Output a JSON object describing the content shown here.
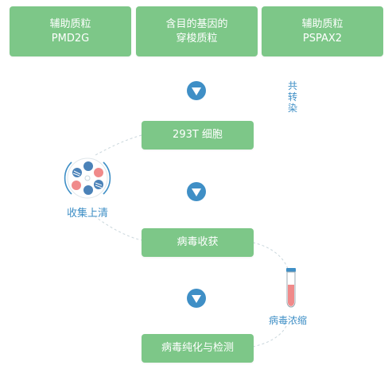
{
  "top_boxes": [
    {
      "line1": "辅助质粒",
      "line2": "PMD2G"
    },
    {
      "line1": "含目的基因的",
      "line2": "穿梭质粒"
    },
    {
      "line1": "辅助质粒",
      "line2": "PSPAX2"
    }
  ],
  "cotransfection_label": [
    "共",
    "转",
    "染"
  ],
  "steps": [
    "293T 细胞",
    "病毒收获",
    "病毒纯化与检测"
  ],
  "side_labels": {
    "collect": "收集上清",
    "concentrate": "病毒浓缩"
  },
  "colors": {
    "box_fill": "#7dc788",
    "arrow_fill": "#3f8fc6",
    "label_text": "#3f8fc6",
    "dashed_line": "#c9d6dc",
    "tube_liquid": "#f08a8a"
  },
  "icons": [
    "arrow-down-icon",
    "culture-dish-icon",
    "centrifuge-tube-icon"
  ]
}
